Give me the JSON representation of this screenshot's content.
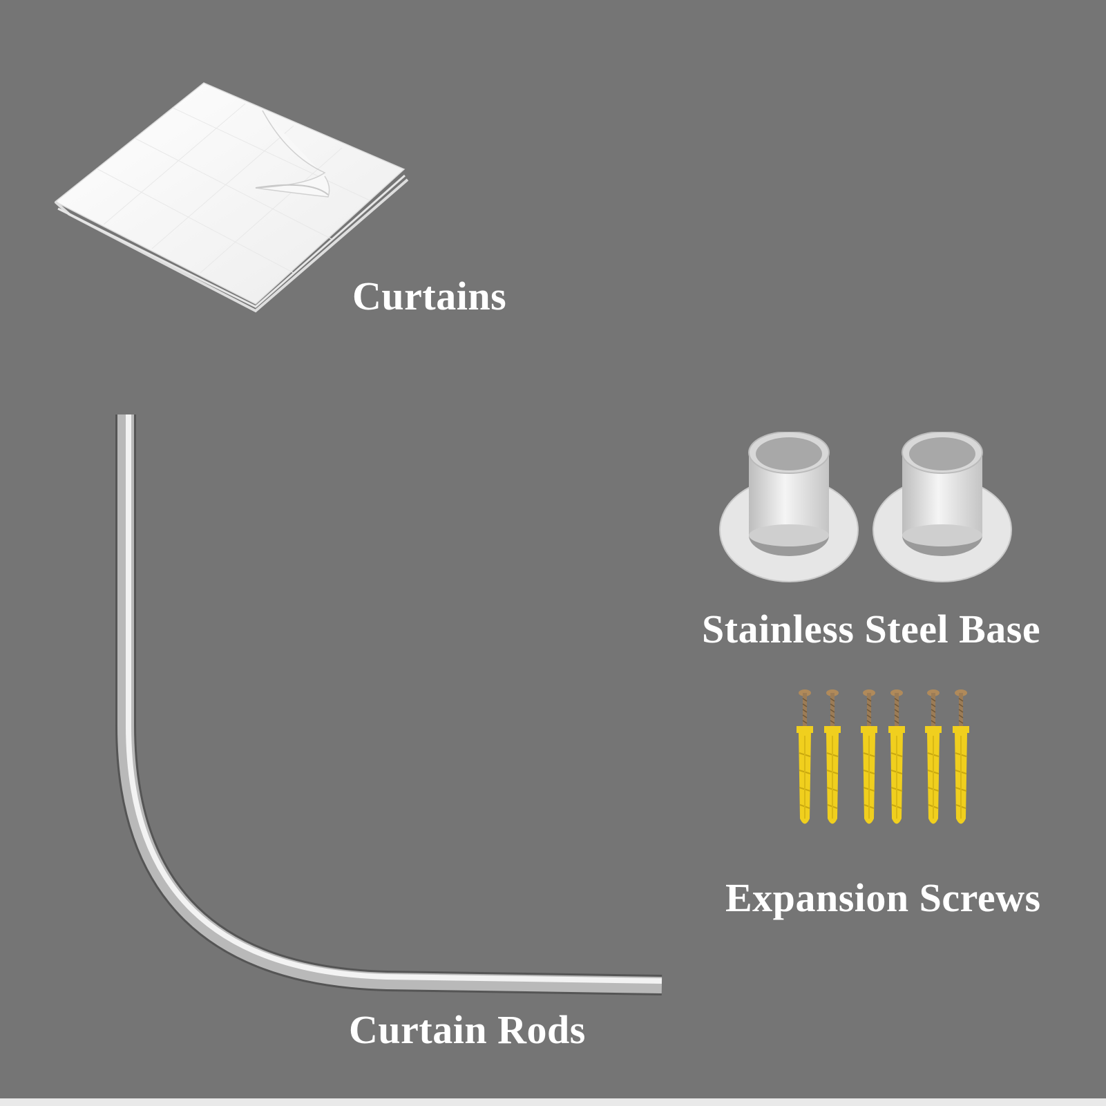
{
  "background_color": "#757575",
  "items": [
    {
      "name": "curtains",
      "label": "Curtains",
      "icon": "folded-curtain-icon"
    },
    {
      "name": "stainless-steel-base",
      "label": "Stainless Steel Base",
      "icon": "steel-base-icon"
    },
    {
      "name": "expansion-screws",
      "label": "Expansion Screws",
      "icon": "expansion-screw-icon"
    },
    {
      "name": "curtain-rods",
      "label": "Curtain Rods",
      "icon": "curved-rod-icon"
    }
  ],
  "colors": {
    "label": "#ffffff",
    "curtain": "#f4f4f4",
    "steel": "#d6d6d6",
    "plug": "#f0cf1e",
    "screw_head": "#b08a5a"
  }
}
